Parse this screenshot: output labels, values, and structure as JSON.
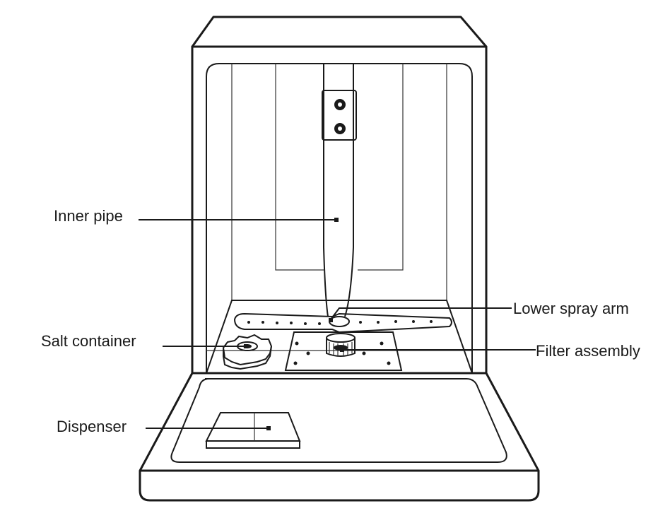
{
  "labels": {
    "inner_pipe": "Inner pipe",
    "lower_spray_arm": "Lower spray arm",
    "salt_container": "Salt container",
    "filter_assembly": "Filter assembly",
    "dispenser": "Dispenser"
  }
}
